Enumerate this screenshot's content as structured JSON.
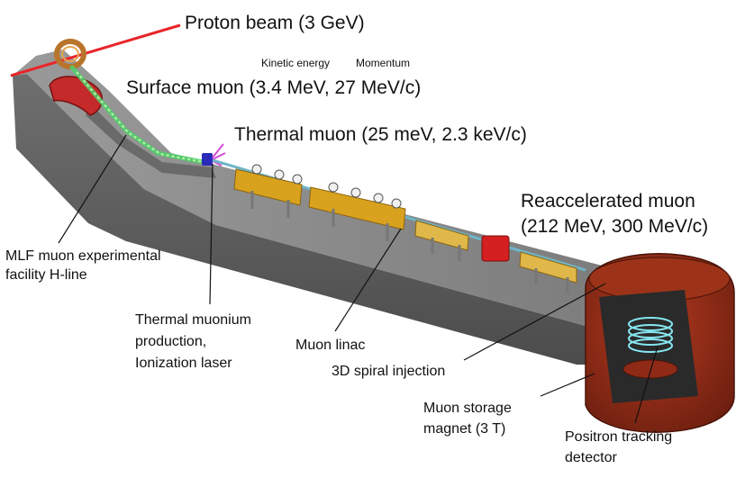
{
  "labels": {
    "proton_beam": "Proton beam (3 GeV)",
    "kinetic_energy": "Kinetic energy",
    "momentum": "Momentum",
    "surface_muon": "Surface muon (3.4 MeV, 27 MeV/c)",
    "thermal_muon": "Thermal muon (25 meV, 2.3 keV/c)",
    "reaccelerated_muon_line1": "Reaccelerated muon",
    "reaccelerated_muon_line2": "(212 MeV, 300 MeV/c)",
    "mlf_line1": "MLF muon experimental",
    "mlf_line2": "facility H-line",
    "thermal_muonium_line1": "Thermal muonium",
    "thermal_muonium_line2": "production,",
    "thermal_muonium_line3": "Ionization laser",
    "muon_linac": "Muon linac",
    "spiral_injection": "3D spiral injection",
    "storage_magnet_line1": "Muon storage",
    "storage_magnet_line2": "magnet (3 T)",
    "positron_line1": "Positron tracking",
    "positron_line2": "detector"
  },
  "colors": {
    "concrete": "#8a8a8a",
    "concrete_dark": "#5a5a5a",
    "proton_beam": "#e8262a",
    "muon_beam": "#4fd16a",
    "linac_gold": "#d9a21e",
    "magnet_red": "#8e2a16",
    "detector_cyan": "#86e6f0",
    "label_text": "#111111"
  }
}
